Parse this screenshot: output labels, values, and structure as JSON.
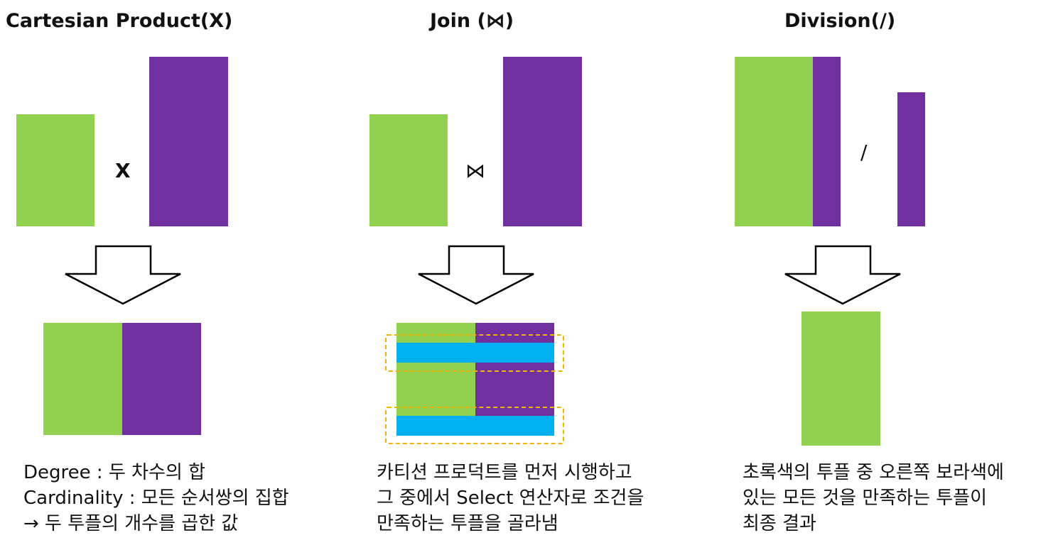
{
  "colors": {
    "green": "#92d050",
    "purple": "#7030a0",
    "blue": "#00b0f0",
    "dash": "#f0b400"
  },
  "cartesian": {
    "title": "Cartesian Product(X)",
    "operator": "X",
    "caption": [
      "Degree : 두 차수의 합",
      "Cardinality : 모든 순서쌍의 집합",
      "→ 두 투플의 개수를 곱한 값"
    ]
  },
  "join": {
    "title": "Join (⋈)",
    "operator": "⋈",
    "caption": [
      "카티션 프로덕트를 먼저 시행하고",
      "그 중에서 Select 연산자로 조건을",
      "만족하는 투플을 골라냄"
    ]
  },
  "division": {
    "title": "Division(/)",
    "operator": "/",
    "caption": [
      "초록색의 투플 중 오른쪽 보라색에",
      "있는 모든 것을 만족하는 투플이",
      "최종 결과"
    ]
  }
}
